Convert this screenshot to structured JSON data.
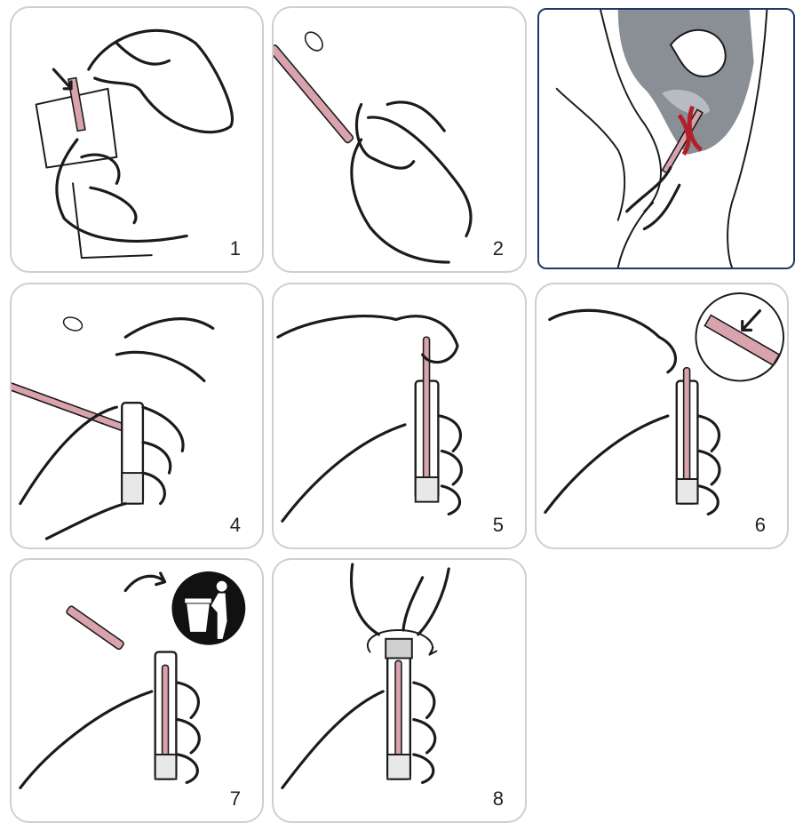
{
  "steps": [
    {
      "number": "1",
      "icon": "open-swab-package-icon"
    },
    {
      "number": "2",
      "icon": "hold-swab-icon"
    },
    {
      "number": "",
      "icon": "swab-insertion-anatomy-icon"
    },
    {
      "number": "4",
      "icon": "swab-into-tube-icon"
    },
    {
      "number": "5",
      "icon": "swab-in-tube-icon"
    },
    {
      "number": "6",
      "icon": "break-swab-shaft-icon"
    },
    {
      "number": "7",
      "icon": "discard-shaft-icon"
    },
    {
      "number": "8",
      "icon": "cap-tube-icon"
    }
  ],
  "colors": {
    "panel_border": "#cfcfcf",
    "anatomy_border": "#1d3a66",
    "swab_shaft": "#d9a3ad",
    "anatomy_organ": "#8a8f96",
    "anatomy_accent": "#b3202a",
    "bin_circle": "#111111"
  }
}
